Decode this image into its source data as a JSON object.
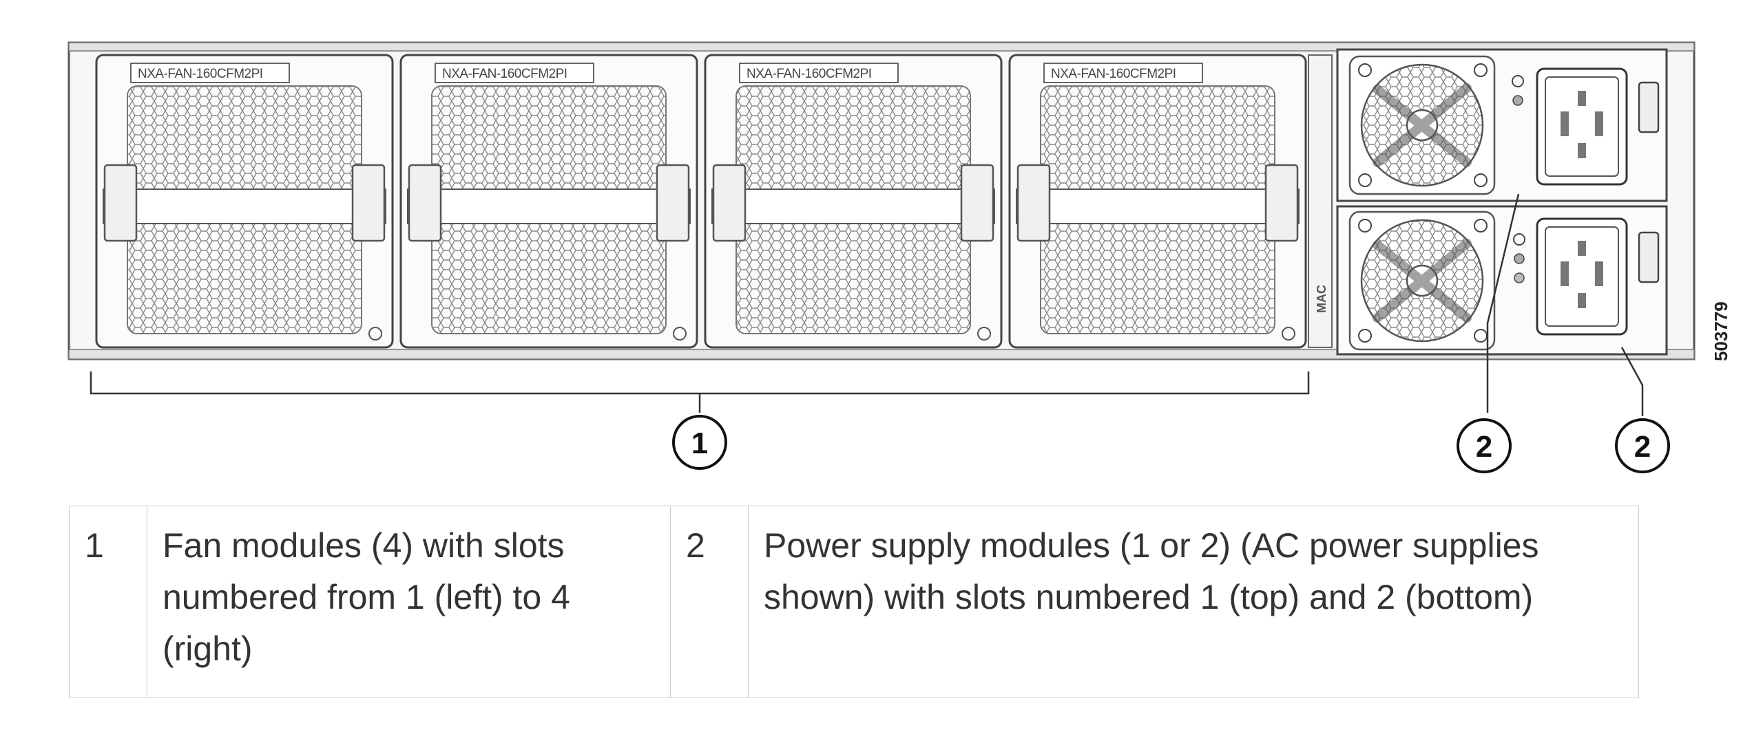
{
  "diagram": {
    "fan_model_label": "NXA-FAN-160CFM2PI",
    "side_label": "MAC",
    "figure_id": "503779",
    "callouts": [
      {
        "number": "1"
      },
      {
        "number": "2"
      },
      {
        "number": "2"
      }
    ]
  },
  "legend": {
    "rows": [
      {
        "num1": "1",
        "desc1": "Fan modules (4) with slots numbered from 1 (left) to 4 (right)",
        "num2": "2",
        "desc2": "Power supply modules (1 or 2) (AC power supplies shown) with slots numbered 1 (top) and 2 (bottom)"
      }
    ]
  }
}
